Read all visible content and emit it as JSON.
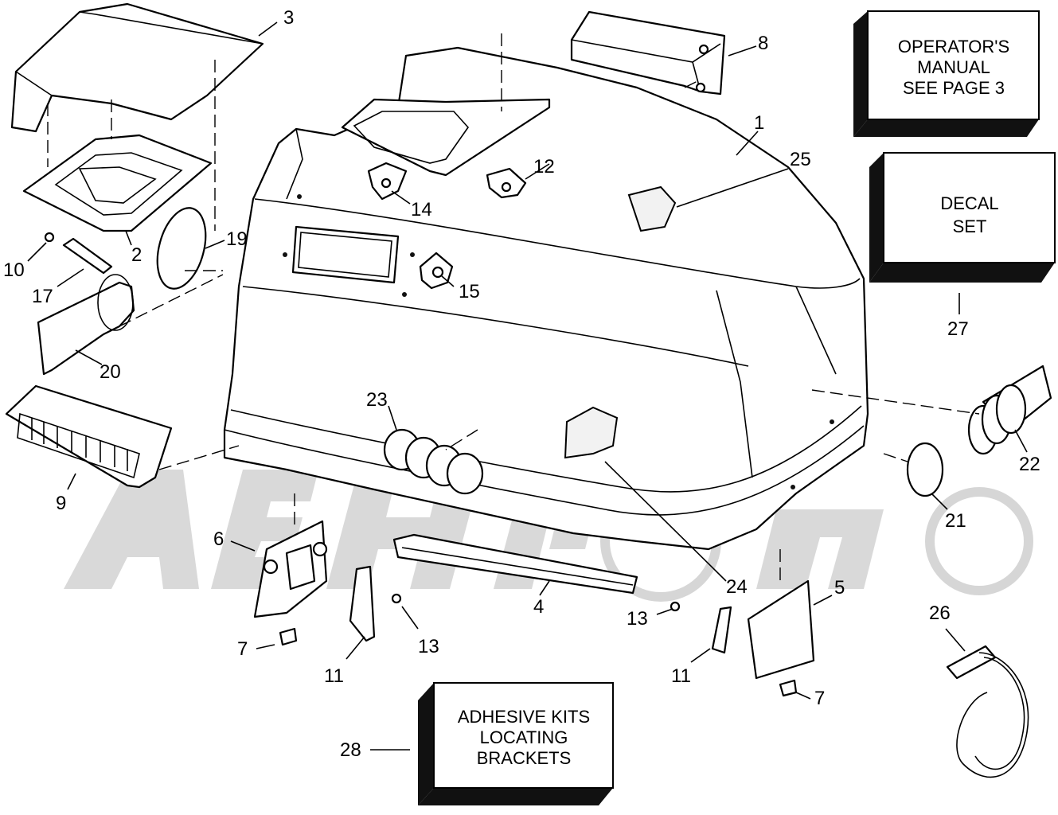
{
  "boxes": {
    "operators_manual": [
      "OPERATOR'S",
      "MANUAL",
      "SEE PAGE  3"
    ],
    "decal_set": [
      "DECAL",
      "SET"
    ],
    "adhesive_kits": [
      "ADHESIVE KITS",
      "LOCATING",
      "BRACKETS"
    ]
  },
  "callouts": {
    "c1": "1",
    "c2": "2",
    "c3": "3",
    "c4": "4",
    "c5": "5",
    "c6": "6",
    "c7a": "7",
    "c7b": "7",
    "c8": "8",
    "c9": "9",
    "c10": "10",
    "c11a": "11",
    "c11b": "11",
    "c12": "12",
    "c13a": "13",
    "c13b": "13",
    "c14": "14",
    "c15": "15",
    "c17": "17",
    "c19": "19",
    "c20": "20",
    "c21": "21",
    "c22": "22",
    "c23": "23",
    "c24": "24",
    "c25": "25",
    "c26": "26",
    "c27": "27",
    "c28": "28"
  },
  "colors": {
    "ink": "#000000",
    "paper": "#ffffff",
    "watermark": "#d9d9d9"
  }
}
